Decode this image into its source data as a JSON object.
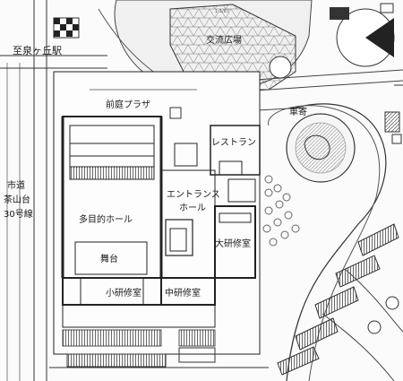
{
  "header": {
    "scale_mark": "1:1/87"
  },
  "labels": {
    "station": "至泉ヶ丘駅",
    "plaza_exchange": "交流広場",
    "front_plaza": "前庭プラザ",
    "car_porch": "車寄",
    "restaurant": "レストラン",
    "road_line1": "市道",
    "road_line2": "茶山台",
    "road_line3": "30号線",
    "entrance_line1": "エントランス",
    "entrance_line2": "ホール",
    "hall": "多目的ホール",
    "stage": "舞台",
    "large_training": "大研修室",
    "small_training": "小研修室",
    "middle_training": "中研修室"
  },
  "colors": {
    "line": "#2a2a2a",
    "hatch": "#6a6a6a",
    "fill_dark": "#333333",
    "paper": "#fbfbfb"
  }
}
